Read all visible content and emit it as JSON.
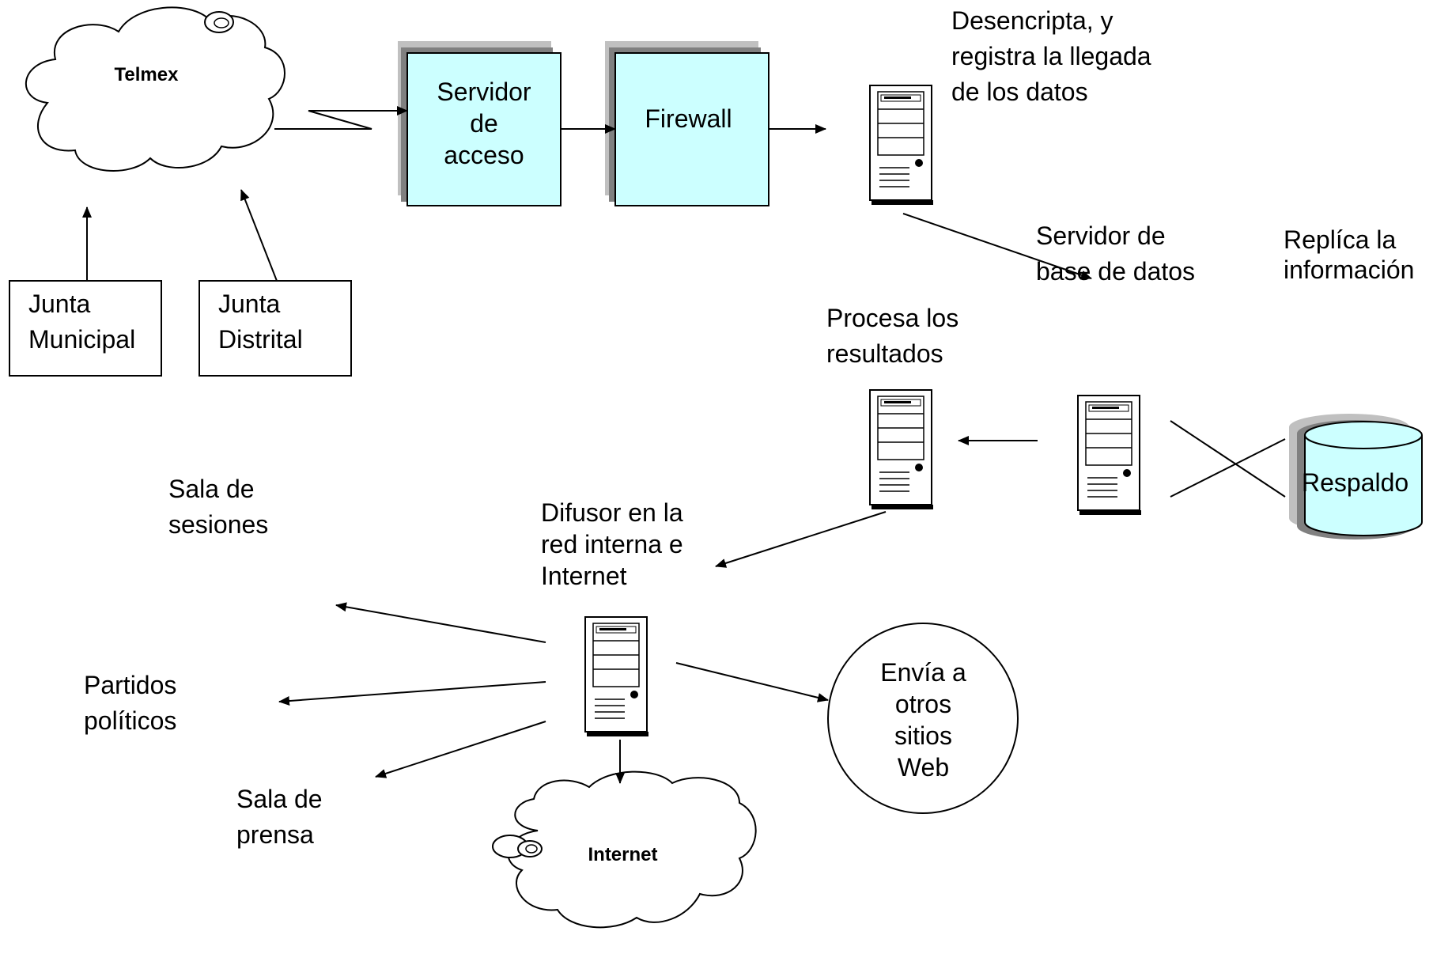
{
  "nodes": {
    "telmex": "Telmex",
    "internet": "Internet",
    "servidor_acceso": [
      "Servidor",
      "de",
      "acceso"
    ],
    "firewall": "Firewall",
    "junta_municipal": [
      "Junta",
      "Municipal"
    ],
    "junta_distrital": [
      "Junta",
      "Distrital"
    ],
    "respaldo": "Respaldo",
    "envia": [
      "Envía a",
      "otros",
      "sitios",
      "Web"
    ]
  },
  "annotations": {
    "desencripta": [
      "Desencripta, y",
      "registra la llegada",
      "de los datos"
    ],
    "servidor_bd": [
      "Servidor de",
      "base de datos"
    ],
    "replica": [
      "Replíca la",
      "información"
    ],
    "procesa": [
      "Procesa los",
      "resultados"
    ],
    "difusor": [
      "Difusor en la",
      "red interna e",
      "Internet"
    ],
    "sala_sesiones": [
      "Sala de",
      "sesiones"
    ],
    "partidos": [
      "Partidos",
      "políticos"
    ],
    "sala_prensa": [
      "Sala de",
      "prensa"
    ]
  },
  "colors": {
    "box_fill": "#ccffff",
    "shadow": "#c0c0c0",
    "line": "#000000",
    "cylinder_shadow": "#808080"
  }
}
